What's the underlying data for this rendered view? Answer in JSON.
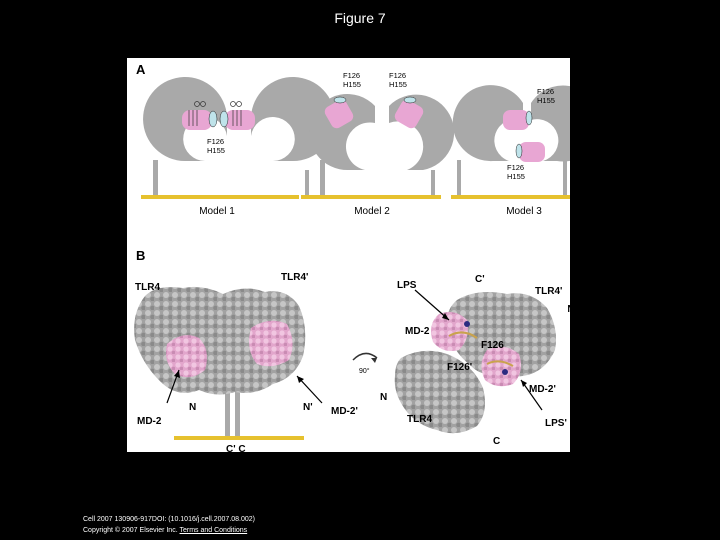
{
  "page": {
    "title": "Figure 7"
  },
  "panel_a": {
    "label": "A",
    "models": [
      "Model 1",
      "Model 2",
      "Model 3"
    ],
    "residue_labels": {
      "m1": [
        "F126",
        "H155"
      ],
      "m2_left": [
        "F126",
        "H155"
      ],
      "m2_right": [
        "F126",
        "H155"
      ],
      "m3_top": [
        "F126",
        "H155"
      ],
      "m3_bottom": [
        "F126",
        "H155"
      ]
    }
  },
  "panel_b": {
    "label": "B",
    "left": {
      "tlr4": "TLR4",
      "tlr4p": "TLR4'",
      "md2": "MD-2",
      "md2p": "MD-2'",
      "n": "N",
      "np": "N'",
      "c_pair": "C'  C"
    },
    "right": {
      "lps": "LPS",
      "cp": "C'",
      "tlr4p": "TLR4'",
      "np": "N'",
      "md2": "MD-2",
      "f126": "F126",
      "f126p": "F126'",
      "md2p": "MD-2'",
      "n": "N",
      "tlr4": "TLR4",
      "c": "C",
      "lpsp": "LPS'"
    },
    "rotation": "90°"
  },
  "footer": {
    "citation": "Cell 2007 130906-917DOI: (10.1016/j.cell.2007.08.002)",
    "copyright": "Copyright © 2007 Elsevier Inc.",
    "link": "Terms and Conditions"
  },
  "colors": {
    "background": "#000000",
    "panel": "#ffffff",
    "tlr4": "#a9a9a9",
    "md2": "#e8a6d3",
    "membrane": "#e6c12e"
  }
}
